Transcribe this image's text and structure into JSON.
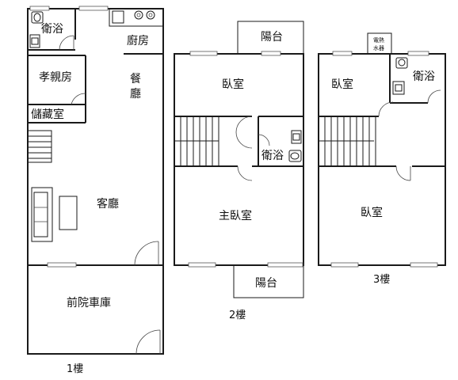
{
  "floor1": {
    "floor_label": "1樓",
    "rooms": {
      "bath": "衛浴",
      "kitchen": "廚房",
      "elder_room": "孝親房",
      "dining_1": "餐",
      "dining_2": "廳",
      "storage": "儲藏室",
      "living": "客廳",
      "garage": "前院車庫"
    }
  },
  "floor2": {
    "floor_label": "2樓",
    "rooms": {
      "balcony_top": "陽台",
      "bedroom": "臥室",
      "bath": "衛浴",
      "master": "主臥室",
      "balcony_bottom": "陽台"
    }
  },
  "floor3": {
    "floor_label": "3樓",
    "rooms": {
      "heater_1": "電熱",
      "heater_2": "水器",
      "bedroom_small": "臥室",
      "bath": "衛浴",
      "bedroom_large": "臥室"
    }
  }
}
